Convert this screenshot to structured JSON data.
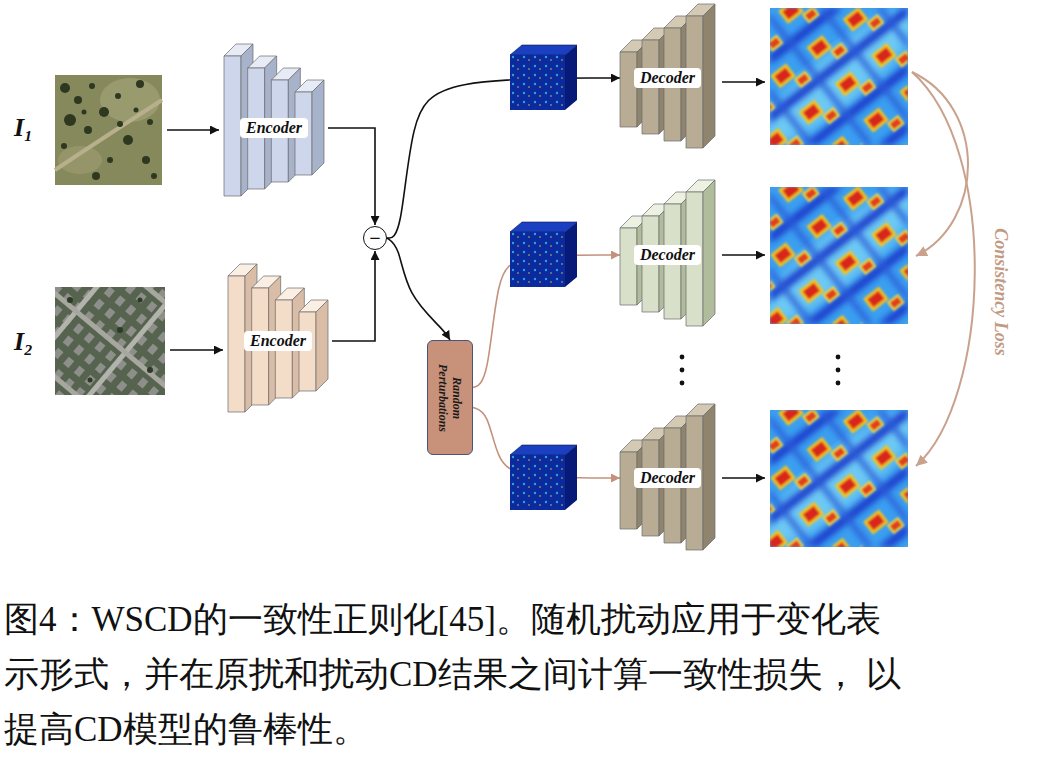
{
  "diagram": {
    "caption": "图4：WSCD的一致性正则化[45]。随机扰动应用于变化表 示形式，并在原扰和扰动CD结果之间计算一致性损失， 以提高CD模型的鲁棒性。",
    "nodes": [
      {
        "text": [
          "Encoder"
        ]
      },
      {
        "text": [
          "Encoder"
        ]
      },
      {
        "text": [
          "−"
        ]
      },
      {
        "text": [
          "Random Perturbations"
        ]
      },
      {
        "text": [
          "Decoder"
        ]
      },
      {
        "text": [
          "Decoder"
        ]
      },
      {
        "text": [
          "Decoder"
        ]
      }
    ],
    "edges": [
      {
        "from": 0,
        "to": 2,
        "arrow": "to"
      },
      {
        "from": 1,
        "to": 2,
        "arrow": "to"
      },
      {
        "from": 2,
        "to": 4,
        "arrow": "to"
      },
      {
        "from": 2,
        "to": 3,
        "arrow": "to"
      },
      {
        "from": 3,
        "to": 5,
        "arrow": "to"
      },
      {
        "from": 3,
        "to": 6,
        "arrow": "to"
      }
    ],
    "labels": [
      "I₁",
      "I₂",
      "Consistency Loss"
    ]
  }
}
